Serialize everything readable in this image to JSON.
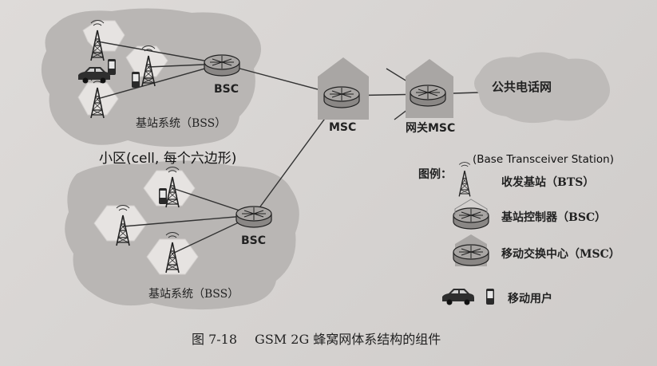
{
  "diagram": {
    "bss_top_bsc_label": "BSC",
    "bss_top_label": "基站系统（BSS）",
    "bss_bottom_bsc_label": "BSC",
    "bss_bottom_label": "基站系统（BSS）",
    "cell_annotation": "小区(cell, 每个六边形)",
    "msc_label": "MSC",
    "gateway_msc_label": "网关MSC",
    "pstn_label": "公共电话网",
    "bts_annotation": "(Base Transceiver Station)"
  },
  "legend": {
    "title": "图例：",
    "items": [
      {
        "icon": "bts-tower-icon",
        "label": "收发基站（BTS）"
      },
      {
        "icon": "bsc-router-icon",
        "label": "基站控制器（BSC）"
      },
      {
        "icon": "msc-switch-icon",
        "label": "移动交换中心（MSC）"
      },
      {
        "icon": "mobile-user-icon",
        "label": "移动用户"
      }
    ]
  },
  "caption": {
    "figure_number": "图 7-18",
    "text": "GSM 2G 蜂窝网体系结构的组件"
  },
  "colors": {
    "cloud": "#b9b6b4",
    "hex_cell": "#e6e3e1",
    "line": "#333333"
  }
}
